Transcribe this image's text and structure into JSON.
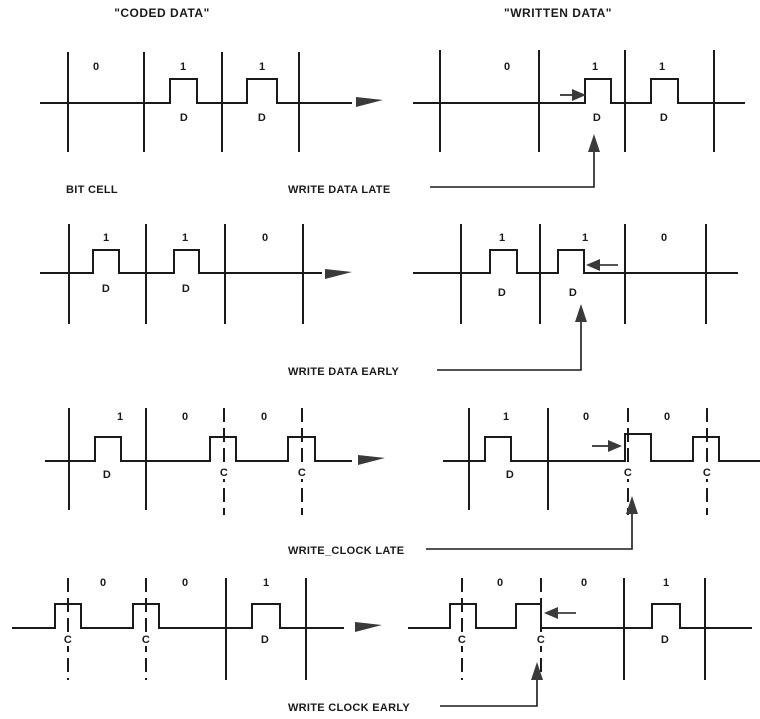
{
  "headers": {
    "coded": "\"CODED DATA\"",
    "written": "\"WRITTEN DATA\""
  },
  "bit_cell_label": "BIT CELL",
  "pulse_labels": {
    "data": "D",
    "clock": "C"
  },
  "rows": [
    {
      "bits": [
        "0",
        "1",
        "1"
      ],
      "correction": "WRITE DATA LATE"
    },
    {
      "bits": [
        "1",
        "1",
        "0"
      ],
      "correction": "WRITE DATA EARLY"
    },
    {
      "bits": [
        "1",
        "0",
        "0"
      ],
      "correction": "WRITE_CLOCK LATE"
    },
    {
      "bits": [
        "0",
        "0",
        "1"
      ],
      "correction": "WRITE CLOCK EARLY"
    }
  ],
  "colors": {
    "ink": "#1a1a1a",
    "arrow": "#3a3a3a",
    "background": "#ffffff"
  }
}
